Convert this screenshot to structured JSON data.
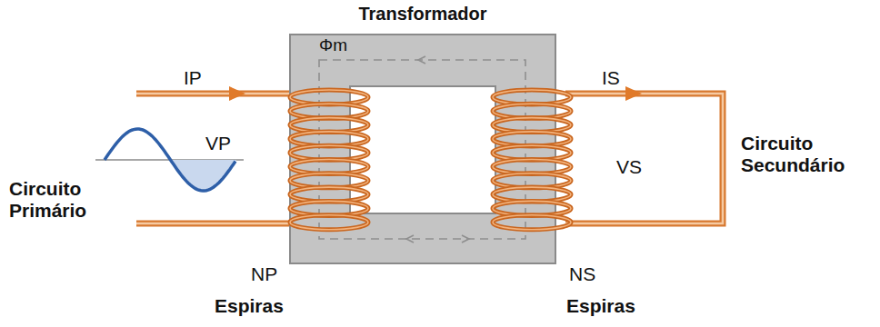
{
  "diagram": {
    "nodes": [
      {
        "text": [
          "Transformador",
          "Φm"
        ]
      }
    ],
    "labels": [
      "IP",
      "VP",
      "IS",
      "VS",
      "Circuito Primário",
      "Circuito Secundário",
      "NP",
      "Espiras",
      "NS",
      "Espiras"
    ]
  }
}
